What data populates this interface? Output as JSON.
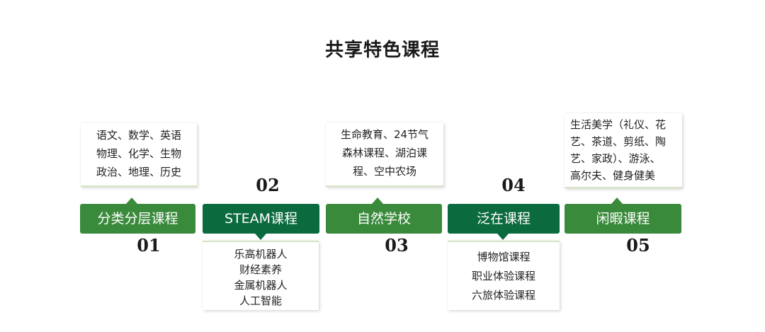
{
  "title": "共享特色课程",
  "courses": [
    {
      "number": "01",
      "name": "分类分层课程",
      "lines": [
        "语文、数学、英语",
        "物理、化学、生物",
        "政治、地理、历史"
      ]
    },
    {
      "number": "02",
      "name": "STEAM课程",
      "lines": [
        "乐高机器人",
        "财经素养",
        "金属机器人",
        "人工智能"
      ]
    },
    {
      "number": "03",
      "name": "自然学校",
      "lines": [
        "生命教育、24节气",
        "森林课程、湖泊课",
        "程、空中农场"
      ]
    },
    {
      "number": "04",
      "name": "泛在课程",
      "lines": [
        "博物馆课程",
        "职业体验课程",
        "六旅体验课程"
      ]
    },
    {
      "number": "05",
      "name": "闲暇课程",
      "lines": [
        "生活美学（礼仪、花",
        "艺、茶道、剪纸、陶",
        "艺、家政）、游泳、",
        "高尔夫、健身健美"
      ]
    }
  ],
  "colors": {
    "light_green": "#3a8a3c",
    "dark_green": "#0b6a3e"
  }
}
